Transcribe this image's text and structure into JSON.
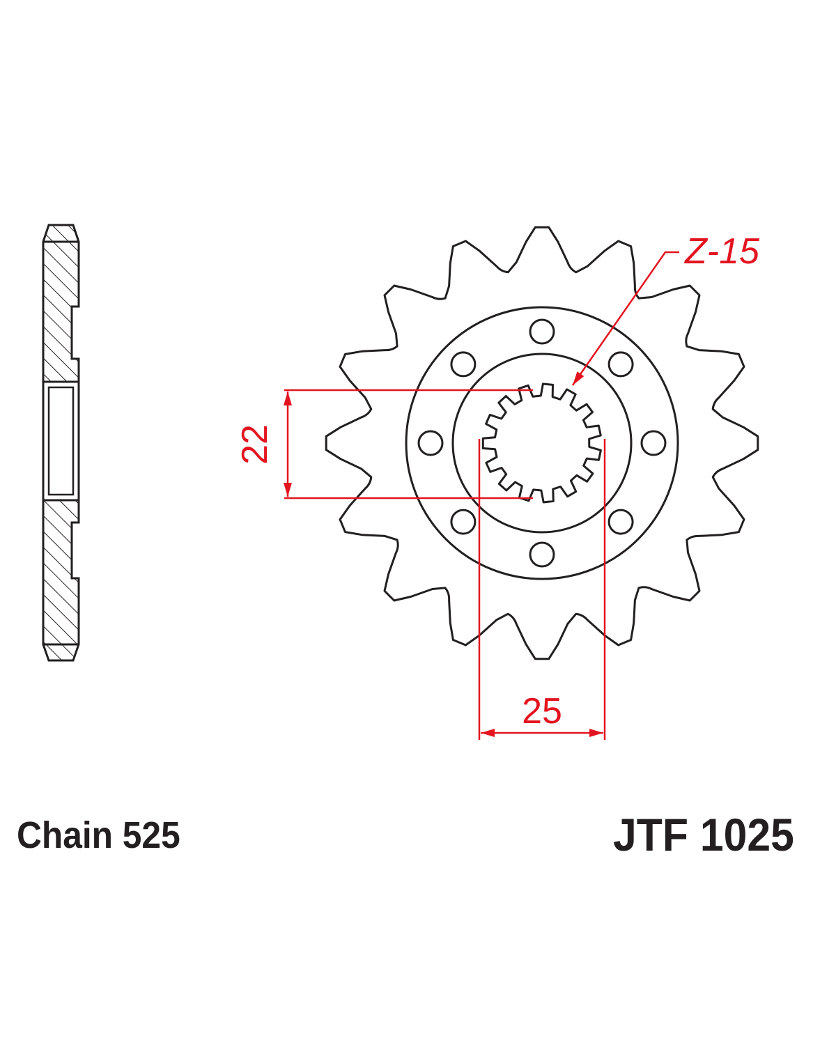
{
  "labels": {
    "chain": "Chain 525",
    "part_number": "JTF 1025"
  },
  "dimensions": {
    "spline_teeth": "Z-15",
    "height": "22",
    "width": "25"
  },
  "sprocket": {
    "teeth": 16,
    "bolt_holes": 8,
    "spline_teeth": 15
  },
  "colors": {
    "outline": "#231f20",
    "dimension": "#e3141f"
  }
}
